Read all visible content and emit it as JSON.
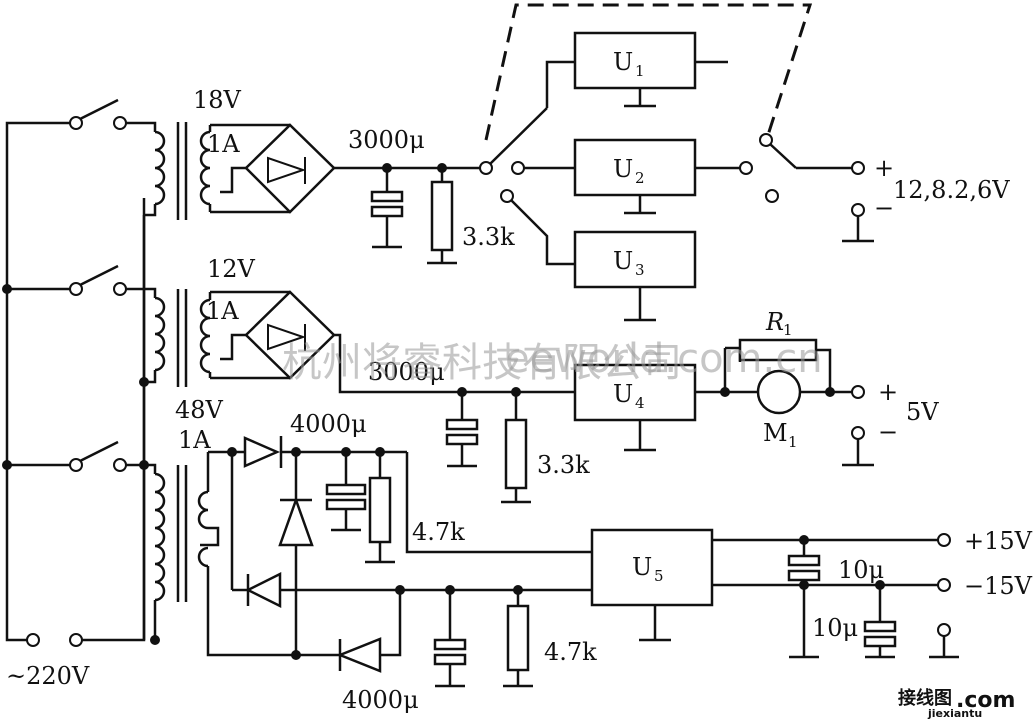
{
  "labels": {
    "t1_voltage": "18V",
    "t1_current": "1A",
    "t2_voltage": "12V",
    "t2_current": "1A",
    "t3_voltage": "48V",
    "t3_current": "1A",
    "cap_3000_top": "3000μ",
    "cap_3000_mid": "3000μ",
    "cap_4000_top": "4000μ",
    "cap_4000_bottom": "4000μ",
    "res_3k3_top": "3.3k",
    "res_3k3_mid": "3.3k",
    "res_4k7_top": "4.7k",
    "res_4k7_bottom": "4.7k",
    "cap_10_top": "10μ",
    "cap_10_bottom": "10μ",
    "mains": "~220V",
    "r1": "R",
    "r1_sub": "1",
    "m1": "M",
    "m1_sub": "1"
  },
  "regulators": [
    {
      "letter": "U",
      "sub": "1"
    },
    {
      "letter": "U",
      "sub": "2"
    },
    {
      "letter": "U",
      "sub": "3"
    },
    {
      "letter": "U",
      "sub": "4"
    },
    {
      "letter": "U",
      "sub": "5"
    }
  ],
  "outputs": {
    "out1_plus": "+",
    "out1_minus": "−",
    "out1_voltage": "12,8.2,6V",
    "out2_plus": "+",
    "out2_minus": "−",
    "out2_voltage": "5V",
    "out3_pos": "+15V",
    "out3_neg": "−15V"
  },
  "watermark": {
    "text": "杭州将睿科技有限公司",
    "url_text": "eeworld.com.cn",
    "logo_cn": "接线图",
    "logo_dot": ".com",
    "logo_pinyin": "jiexiantu"
  }
}
